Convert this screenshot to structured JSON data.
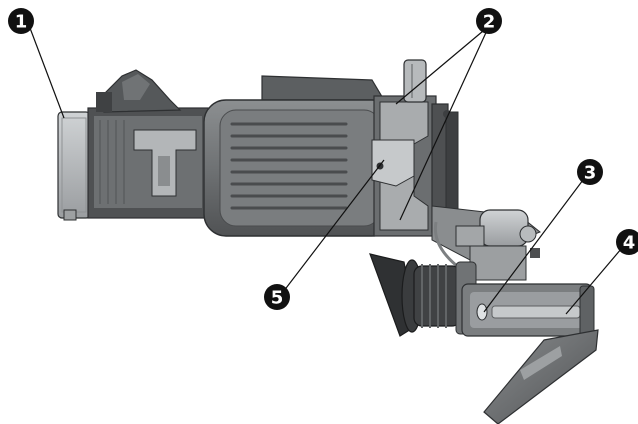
{
  "figure": {
    "subject": "camera-with-viewfinder",
    "colors": {
      "background": "#ffffff",
      "body_dark": "#5a5c5e",
      "body_mid": "#7d8082",
      "body_light": "#a7aaac",
      "metal": "#c4c7c9",
      "outline": "#2e3032",
      "callout": "#111111"
    }
  },
  "callouts": [
    {
      "id": "1",
      "label": "1"
    },
    {
      "id": "2",
      "label": "2"
    },
    {
      "id": "3",
      "label": "3"
    },
    {
      "id": "4",
      "label": "4"
    },
    {
      "id": "5",
      "label": "5"
    }
  ]
}
